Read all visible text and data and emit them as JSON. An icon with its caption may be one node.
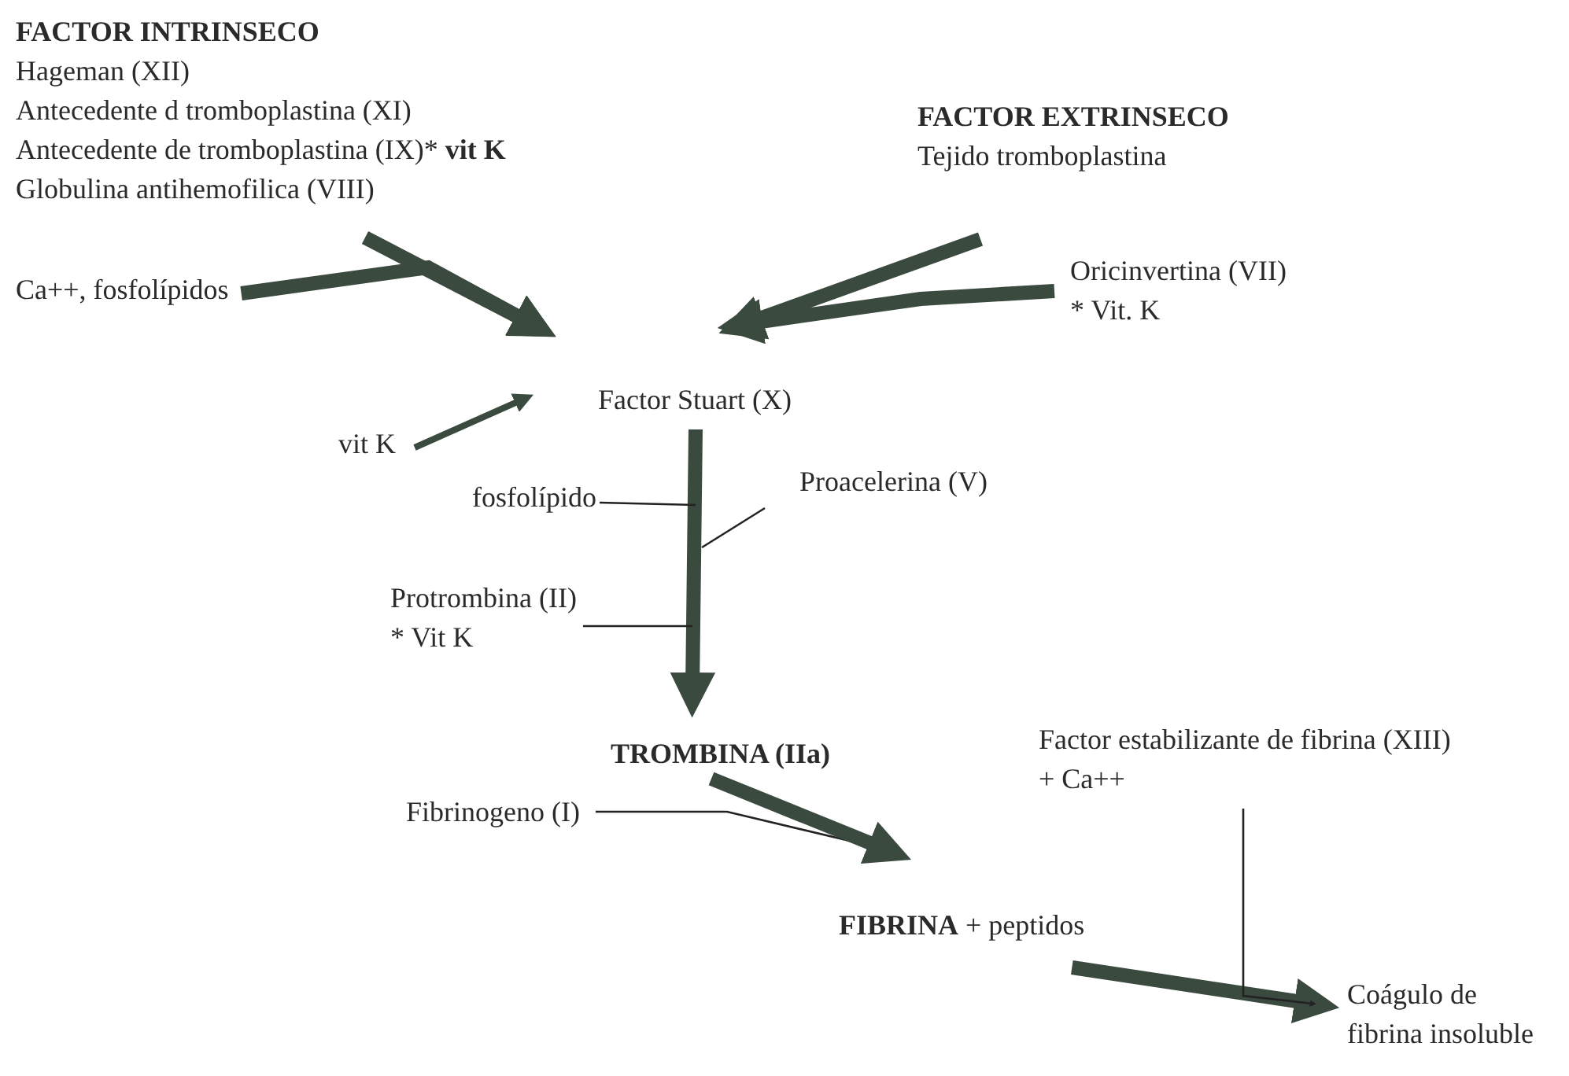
{
  "diagram": {
    "nodes": [
      {
        "text": [
          "FACTOR INTRINSECO",
          "Hageman (XII)",
          "Antecedente d tromboplastina (XI)",
          "Antecedente de tromboplastina (IX)* **vit K**",
          "Globulina antihemofilica (VIII)"
        ]
      },
      {
        "text": [
          "Ca++, fosfolípidos"
        ]
      },
      {
        "text": [
          "FACTOR EXTRINSECO",
          "Tejido tromboplastina"
        ]
      },
      {
        "text": [
          "Oricinvertina (VII)",
          "* Vit.  K"
        ]
      },
      {
        "text": [
          "Factor Stuart (X)"
        ]
      },
      {
        "text": [
          "vit K"
        ]
      },
      {
        "text": [
          "fosfolípido"
        ]
      },
      {
        "text": [
          "Proacelerina (V)"
        ]
      },
      {
        "text": [
          "Protrombina (II)",
          "* Vit K"
        ]
      },
      {
        "text": [
          "TROMBINA (IIa)"
        ]
      },
      {
        "text": [
          "Fibrinogeno (I)"
        ]
      },
      {
        "text": [
          "**FIBRINA** + peptidos"
        ]
      },
      {
        "text": [
          "Factor estabilizante de fibrina (XIII)",
          "+  Ca++"
        ]
      },
      {
        "text": [
          "Coágulo de fibrina  insoluble"
        ]
      }
    ],
    "edges": [
      {
        "from": 0,
        "to": 4,
        "arrow": "to"
      },
      {
        "from": 1,
        "to": 4,
        "arrow": "to"
      },
      {
        "from": 2,
        "to": 4,
        "arrow": "to"
      },
      {
        "from": 3,
        "to": 4,
        "arrow": "to"
      },
      {
        "from": 5,
        "to": 4,
        "arrow": "to"
      },
      {
        "from": 4,
        "to": 9,
        "arrow": "to"
      },
      {
        "from": 6,
        "to": null,
        "arrow": "none",
        "color": "#222222"
      },
      {
        "from": 7,
        "to": null,
        "arrow": "none",
        "color": "#222222"
      },
      {
        "from": 8,
        "to": null,
        "arrow": "none",
        "color": "#222222"
      },
      {
        "from": 10,
        "to": 11,
        "arrow": "to",
        "color": "#222222"
      },
      {
        "from": 9,
        "to": 11,
        "arrow": "to"
      },
      {
        "from": 11,
        "to": 13,
        "arrow": "to"
      },
      {
        "from": 12,
        "to": 13,
        "arrow": "to",
        "color": "#222222"
      }
    ]
  }
}
